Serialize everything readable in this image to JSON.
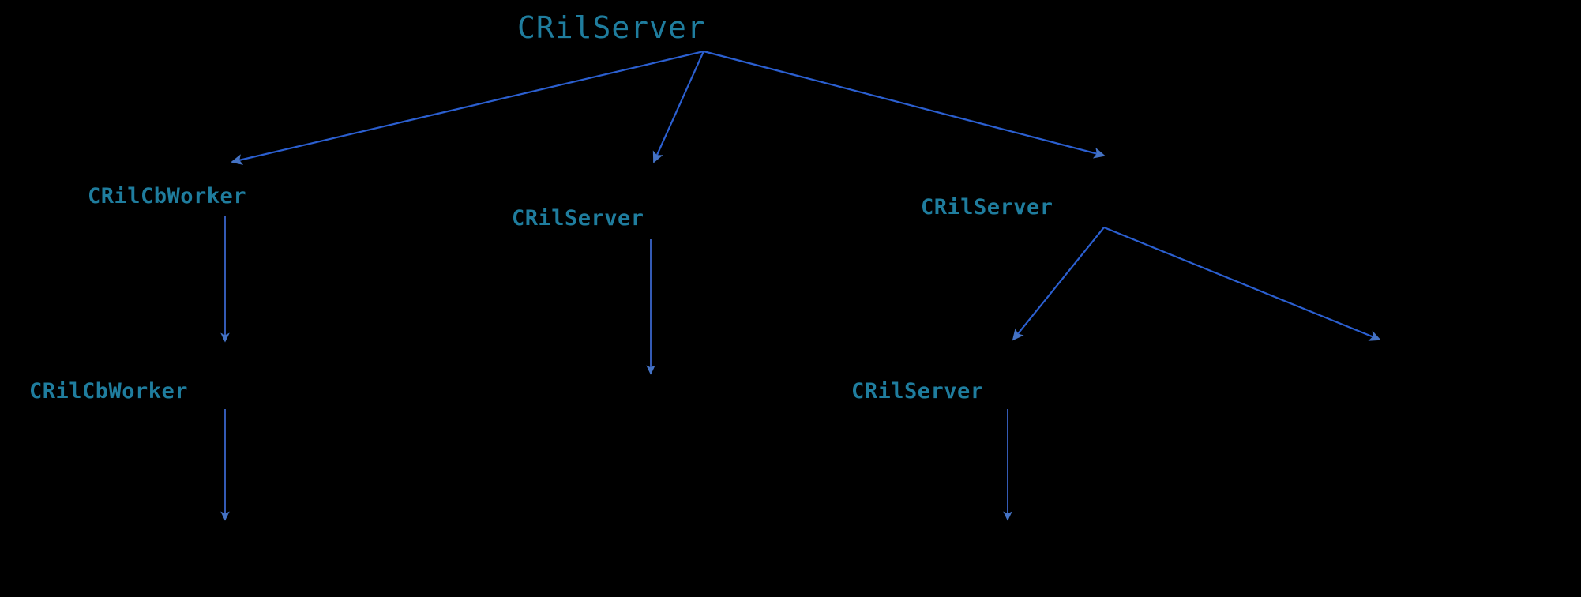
{
  "diagram": {
    "type": "call-hierarchy-tree",
    "background_color": "#000000",
    "node_text_color": "#1f7d9e",
    "edge_color": "#2b5fd0",
    "arrowhead_color": "#4472c4",
    "root": {
      "label": "CRilServer"
    },
    "level2": [
      {
        "label": "CRilCbWorker"
      },
      {
        "label": "CRilServer"
      },
      {
        "label": "CRilServer"
      }
    ],
    "level3": [
      {
        "label": "CRilCbWorker"
      },
      {
        "label": "CRilServer"
      }
    ],
    "edges": [
      {
        "name": "root-to-cbworker",
        "from": "CRilServer",
        "to": "CRilCbWorker"
      },
      {
        "name": "root-to-server-middle",
        "from": "CRilServer",
        "to": "CRilServer"
      },
      {
        "name": "root-to-server-right",
        "from": "CRilServer",
        "to": "CRilServer"
      },
      {
        "name": "cbworker-to-cbworker",
        "from": "CRilCbWorker",
        "to": "CRilCbWorker"
      },
      {
        "name": "server-middle-descend",
        "from": "CRilServer",
        "to": ""
      },
      {
        "name": "server-right-to-server",
        "from": "CRilServer",
        "to": "CRilServer"
      },
      {
        "name": "server-right-to-unlabeled",
        "from": "CRilServer",
        "to": ""
      },
      {
        "name": "cbworker-l3-descend",
        "from": "CRilCbWorker",
        "to": ""
      },
      {
        "name": "server-l3-descend",
        "from": "CRilServer",
        "to": ""
      }
    ]
  }
}
